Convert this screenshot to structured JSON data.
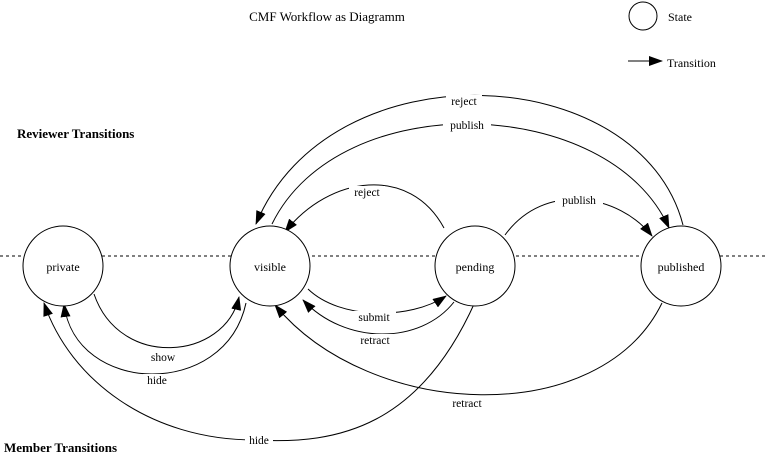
{
  "title": "CMF Workflow as Diagramm",
  "legend": {
    "state_label": "State",
    "transition_label": "Transition"
  },
  "sections": {
    "reviewer": "Reviewer Transitions",
    "member": "Member Transitions"
  },
  "states": {
    "private": "private",
    "visible": "visible",
    "pending": "pending",
    "published": "published"
  },
  "transitions": [
    {
      "from": "published",
      "to": "visible",
      "label": "reject"
    },
    {
      "from": "visible",
      "to": "published",
      "label": "publish"
    },
    {
      "from": "pending",
      "to": "visible",
      "label": "reject"
    },
    {
      "from": "pending",
      "to": "published",
      "label": "publish"
    },
    {
      "from": "private",
      "to": "visible",
      "label": "show"
    },
    {
      "from": "visible",
      "to": "private",
      "label": "hide"
    },
    {
      "from": "visible",
      "to": "pending",
      "label": "submit"
    },
    {
      "from": "pending",
      "to": "visible",
      "label": "retract"
    },
    {
      "from": "published",
      "to": "visible",
      "label": "retract"
    },
    {
      "from": "pending",
      "to": "private",
      "label": "hide"
    }
  ],
  "colors": {
    "stroke": "#000000",
    "background": "#ffffff"
  }
}
